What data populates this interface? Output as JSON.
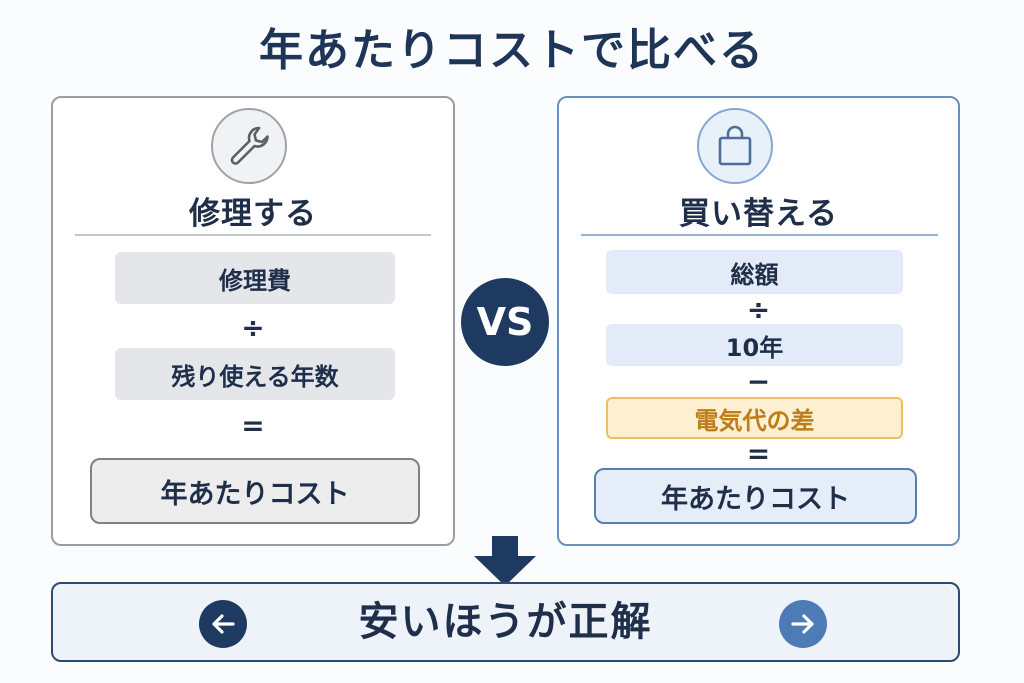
{
  "title": "年あたりコストで比べる",
  "colors": {
    "navy": "#1e3a60",
    "accent_blue": "#4d7bb5",
    "orange_text": "#bf7d17",
    "orange_border": "#ebbf63"
  },
  "left_panel": {
    "icon": "wrench-icon",
    "heading": "修理する",
    "numerator": "修理費",
    "divide": "÷",
    "denominator": "残り使える年数",
    "equals": "=",
    "result": "年あたりコスト"
  },
  "vs_label": "VS",
  "right_panel": {
    "icon": "shopping-bag-icon",
    "heading": "買い替える",
    "numerator": "総額",
    "divide": "÷",
    "denominator": "10年",
    "minus": "−",
    "subtract": "電気代の差",
    "equals": "=",
    "result": "年あたりコスト"
  },
  "bottom": {
    "left_icon": "arrow-left-icon",
    "text": "安いほうが正解",
    "right_icon": "arrow-right-icon"
  }
}
